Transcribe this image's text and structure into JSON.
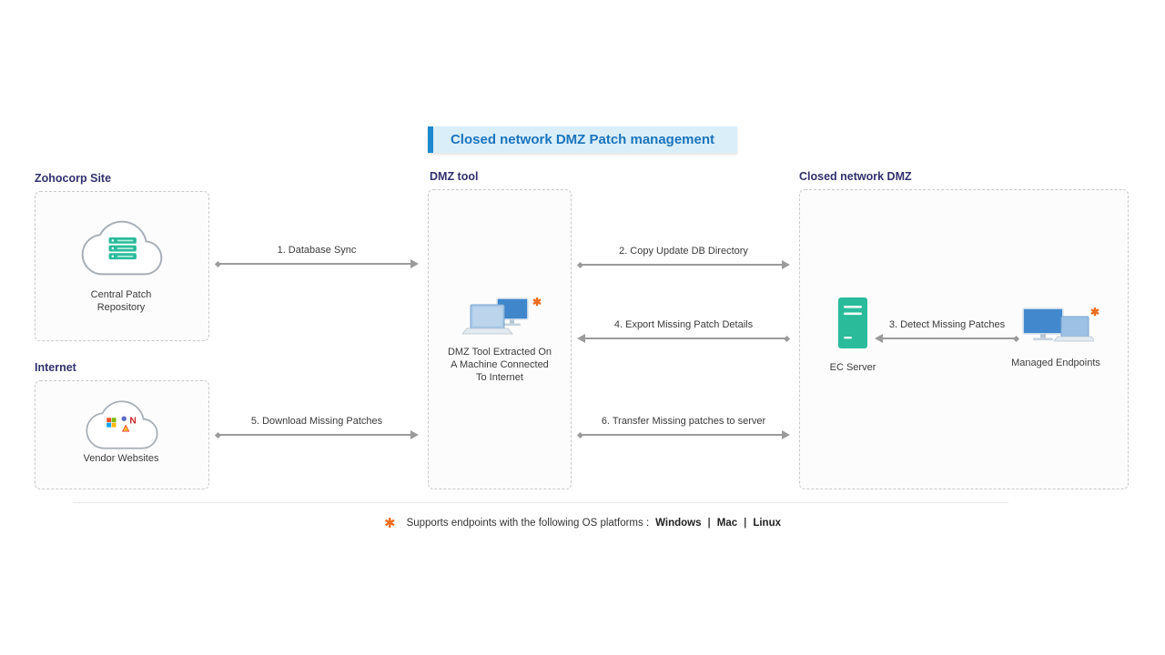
{
  "title": "Closed network DMZ Patch management",
  "colors": {
    "title_text": "#1c74bd",
    "title_bg": "#d9eef9",
    "title_accent": "#1e88cf",
    "group_label": "#31316e",
    "server_green": "#2abb9b",
    "screen_blue": "#4288cd",
    "asterisk_orange": "#ed6c1e",
    "arrow_gray": "#9b9b9b"
  },
  "groups": {
    "zohocorp": {
      "label": "Zohocorp Site",
      "node": "Central Patch\nRepository"
    },
    "internet": {
      "label": "Internet",
      "node": "Vendor Websites"
    },
    "dmz_tool": {
      "label": "DMZ tool",
      "node": "DMZ Tool Extracted On\nA Machine Connected\nTo Internet",
      "asterisk": "✱"
    },
    "closed_network": {
      "label": "Closed network DMZ",
      "ec_server": "EC Server",
      "managed_endpoints": "Managed Endpoints",
      "asterisk": "✱"
    }
  },
  "arrows": {
    "database_sync": "1. Database Sync",
    "copy_update_db": "2. Copy Update DB Directory",
    "detect_missing": "3. Detect Missing Patches",
    "export_missing": "4. Export Missing Patch Details",
    "download_missing": "5. Download Missing Patches",
    "transfer_missing": "6. Transfer Missing patches to server"
  },
  "footer": {
    "asterisk": "✱",
    "text": "Supports endpoints with the following OS platforms :",
    "platforms": [
      "Windows",
      "Mac",
      "Linux"
    ],
    "separator": "|"
  }
}
